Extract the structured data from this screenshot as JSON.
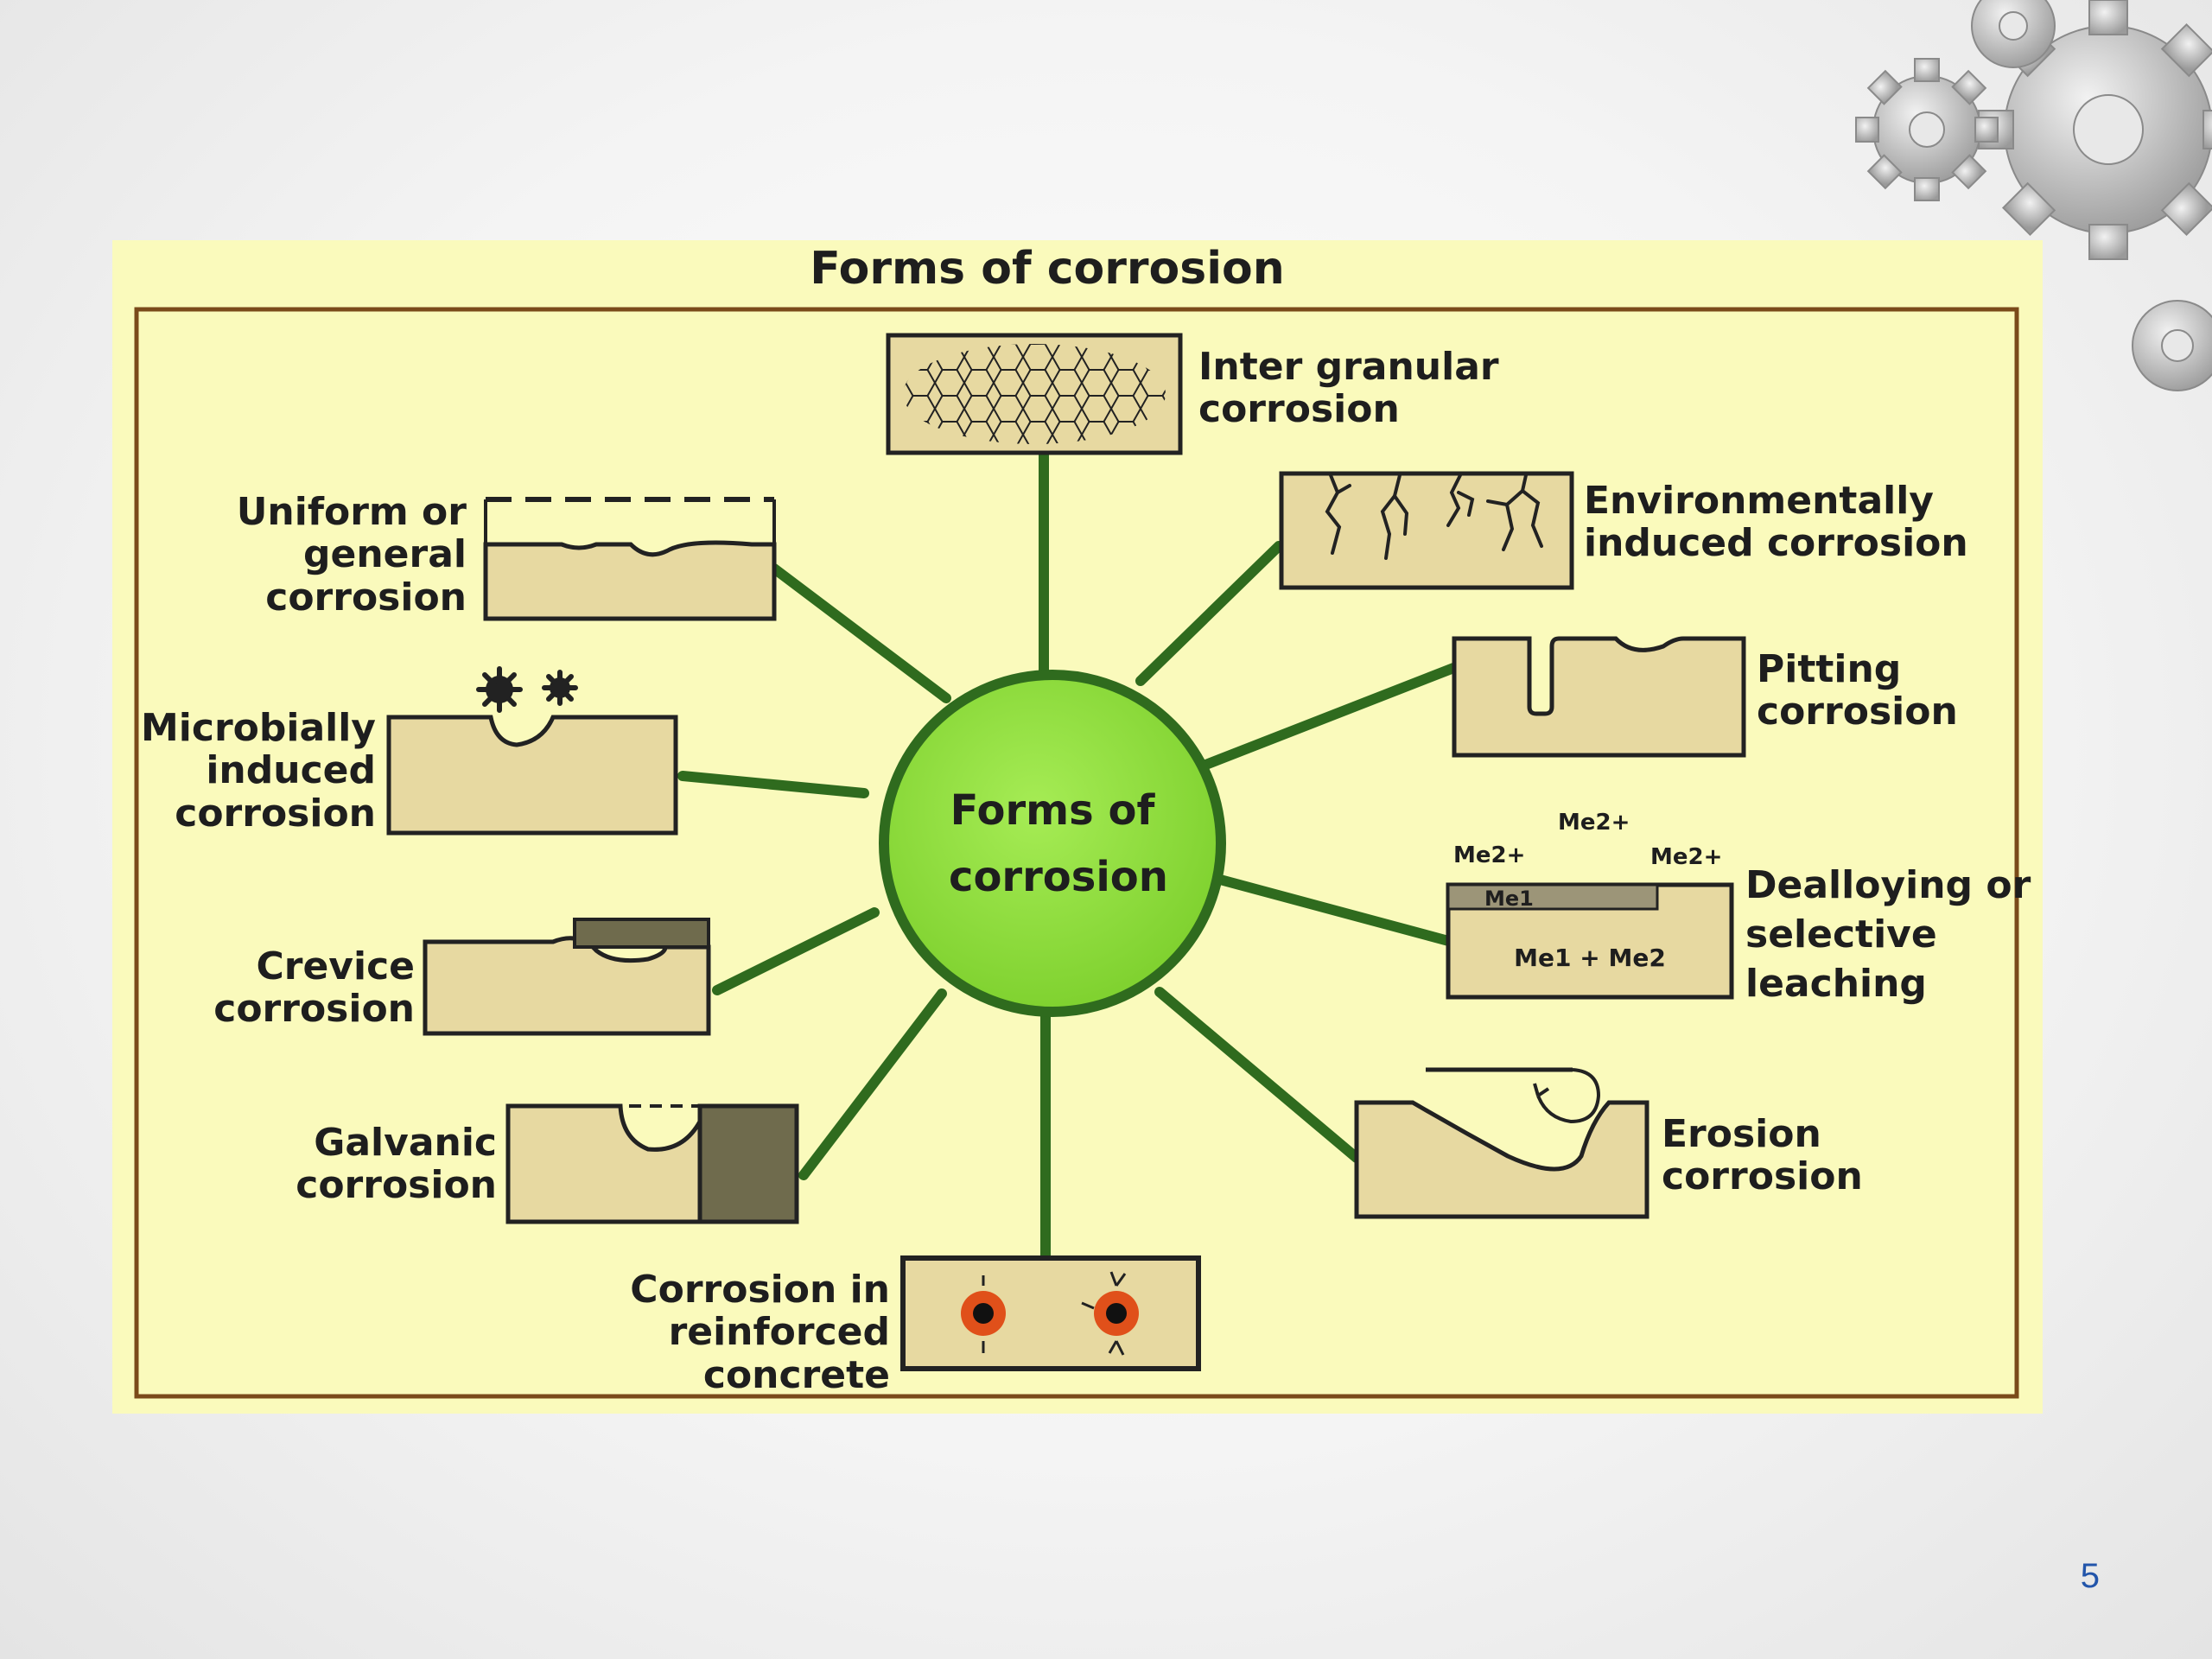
{
  "title": "Forms of corrosion",
  "center_label": "Forms of\ncorrosion",
  "forms": {
    "intergranular": "Inter granular\ncorrosion",
    "environmental": "Environmentally\ninduced corrosion",
    "pitting": "Pitting\ncorrosion",
    "dealloying": "Dealloying or\nselective\nleaching",
    "erosion": "Erosion\ncorrosion",
    "concrete": "Corrosion in\nreinforced concrete",
    "galvanic": "Galvanic\ncorrosion",
    "crevice": "Crevice\ncorrosion",
    "microbial": "Microbially\ninduced\ncorrosion",
    "uniform": "Uniform or\ngeneral\ncorrosion"
  },
  "dealloying_labels": {
    "ion_left": "Me2+",
    "ion_top": "Me2+",
    "ion_right": "Me2+",
    "surface_layer": "Me1",
    "alloy": "Me1 + Me2"
  },
  "page_number": "5",
  "colors": {
    "panel_background": "#fafabc",
    "frame": "#7a4a1a",
    "connector": "#2f6b1e",
    "hub_fill": "#8fdc3c",
    "hub_border": "#2f6b1e",
    "specimen_fill": "#e7d9a1",
    "specimen_dark": "#6f6b4d",
    "rebar_halo": "#e0501a",
    "page_number": "#2255aa"
  }
}
